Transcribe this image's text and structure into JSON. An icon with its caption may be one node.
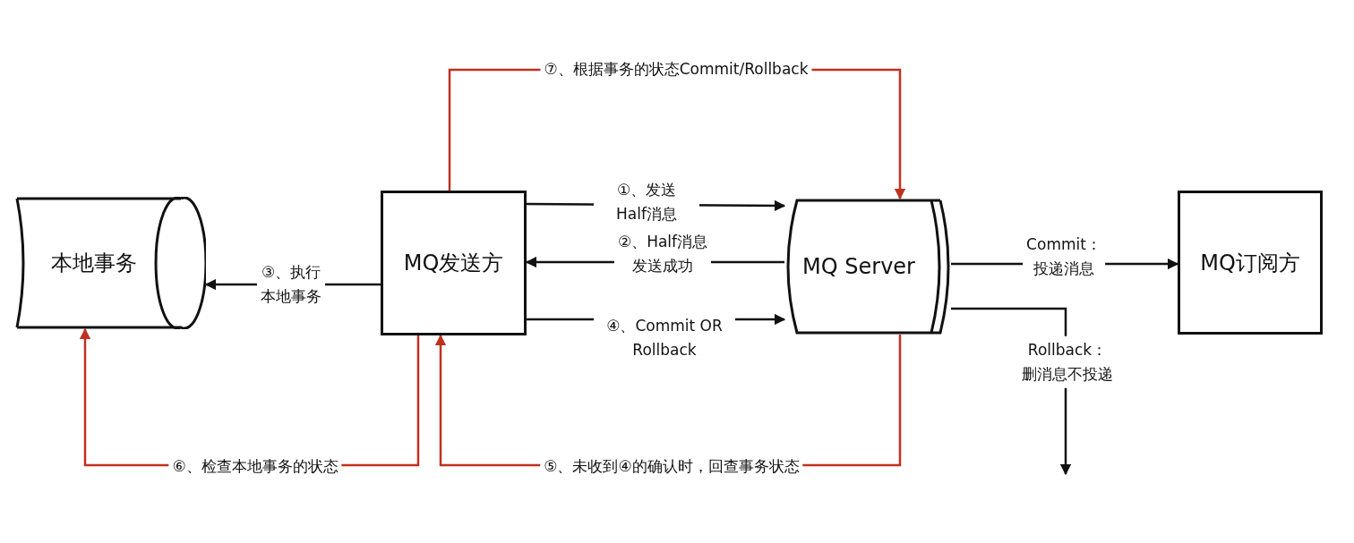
{
  "diagram": {
    "nodes": [
      {
        "text": [
          "本地事务"
        ]
      },
      {
        "text": [
          "MQ发送方"
        ]
      },
      {
        "text": [
          "MQ Server"
        ]
      },
      {
        "text": [
          "MQ订阅方"
        ]
      }
    ],
    "edges": [
      {
        "from": 1,
        "to": 2,
        "arrow": "to",
        "label": "①、发送 Half消息"
      },
      {
        "from": 2,
        "to": 1,
        "arrow": "to",
        "label": "②、Half消息发送成功"
      },
      {
        "from": 1,
        "to": 0,
        "arrow": "to",
        "label": "③、执行本地事务"
      },
      {
        "from": 1,
        "to": 2,
        "arrow": "to",
        "label": "④、Commit OR Rollback"
      },
      {
        "from": 2,
        "to": 1,
        "arrow": "to",
        "label": "⑤、未收到④的确认时，回查事务状态",
        "color": "#c0301e"
      },
      {
        "from": 1,
        "to": 0,
        "arrow": "to",
        "label": "⑥、检查本地事务的状态",
        "color": "#c0301e"
      },
      {
        "from": 1,
        "to": 2,
        "arrow": "to",
        "label": "⑦、根据事务的状态Commit/Rollback",
        "color": "#c0301e"
      },
      {
        "from": 2,
        "to": 3,
        "arrow": "to",
        "label": "Commit：投递消息"
      },
      {
        "from": 2,
        "to": null,
        "arrow": "to",
        "label": "Rollback：删消息不投递"
      }
    ]
  }
}
